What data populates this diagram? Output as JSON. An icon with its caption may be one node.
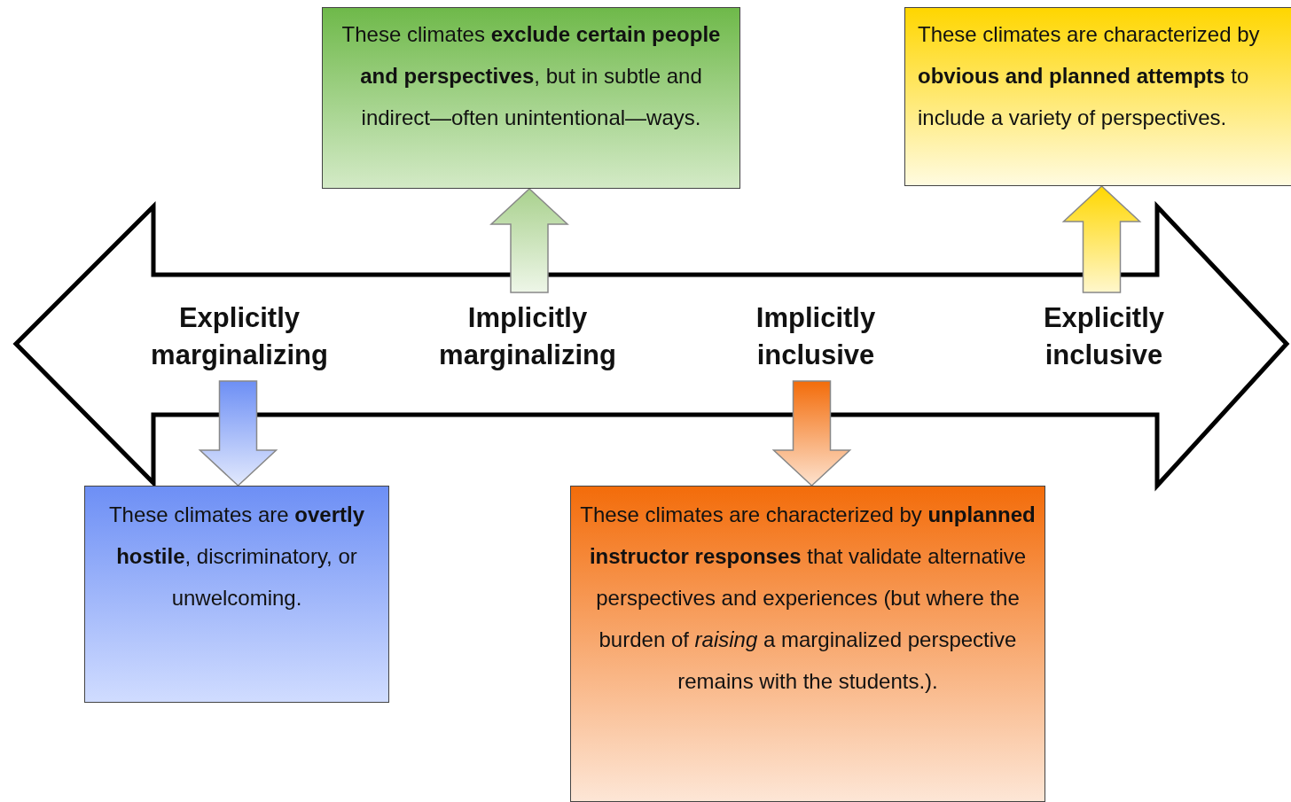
{
  "diagram": {
    "nodes": [
      {
        "text": [
          "These climates **exclude certain people and perspectives**, but in subtle and indirect—often unintentional—ways."
        ]
      },
      {
        "text": [
          "These climates are characterized by **obvious and planned attempts** to include a variety of perspectives."
        ]
      },
      {
        "text": [
          "Explicitly marginalizing"
        ]
      },
      {
        "text": [
          "Implicitly marginalizing"
        ]
      },
      {
        "text": [
          "Implicitly inclusive"
        ]
      },
      {
        "text": [
          "Explicitly inclusive"
        ]
      },
      {
        "text": [
          "These climates are **overtly hostile**, discriminatory, or unwelcoming."
        ]
      },
      {
        "text": [
          "These climates are characterized by **unplanned instructor responses** that validate alternative perspectives and experiences (but where the burden of *raising* a marginalized perspective remains with the students.)."
        ]
      }
    ],
    "edges": [
      {
        "from": 3,
        "to": 0,
        "arrow": "to",
        "style": "thick",
        "color": "#a9d18e"
      },
      {
        "from": 5,
        "to": 1,
        "arrow": "to",
        "style": "thick",
        "color": "#ffd700"
      },
      {
        "from": 2,
        "to": 6,
        "arrow": "to",
        "style": "thick",
        "color": "#6d8ff5"
      },
      {
        "from": 4,
        "to": 7,
        "arrow": "to",
        "style": "thick",
        "color": "#f36c0a"
      }
    ]
  }
}
